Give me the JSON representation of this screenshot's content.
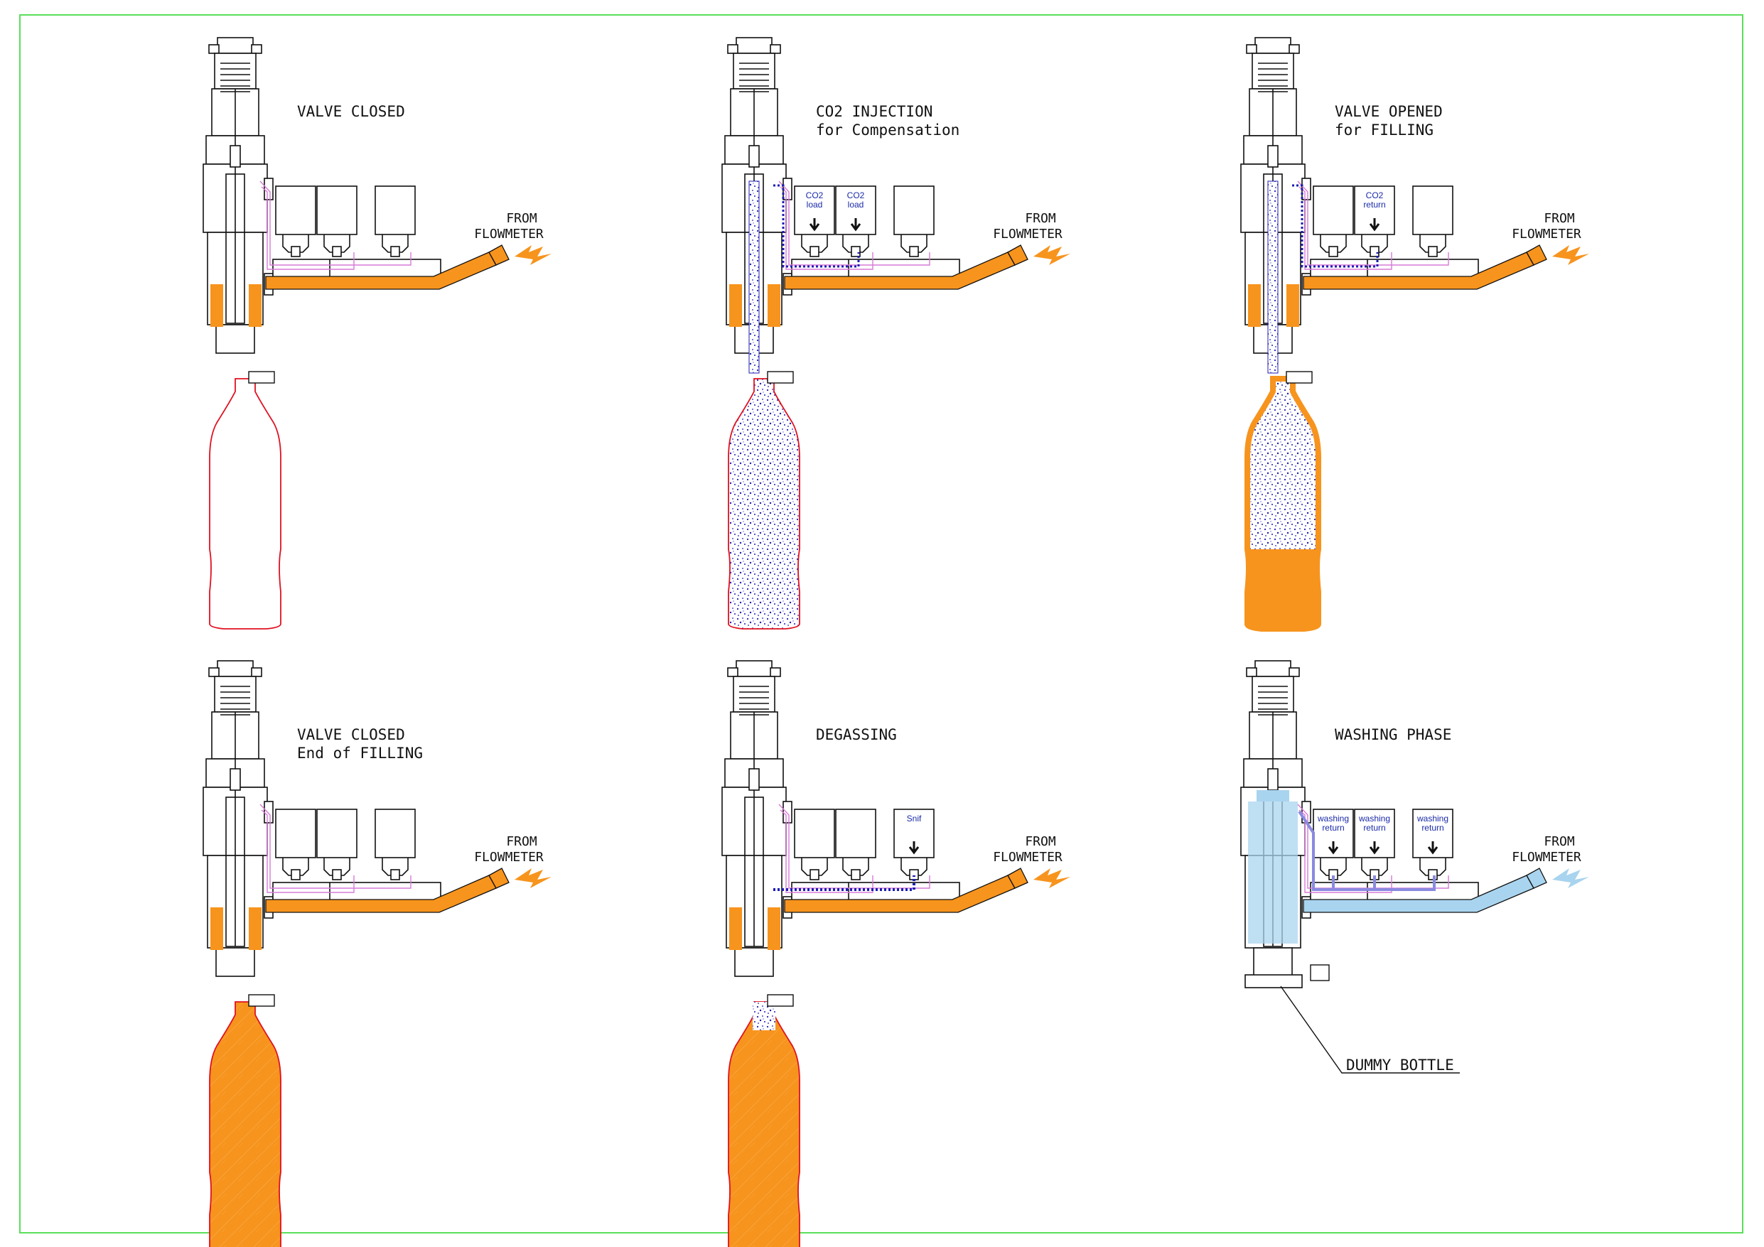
{
  "colors": {
    "frame": "#5adf5a",
    "product": "#f7941d",
    "co2": "#1c1cb4",
    "water": "#a9d4ef",
    "bottle_outline": "#e01020",
    "pipe_pink": "#d77ad7",
    "linework": "#111111"
  },
  "icons": {
    "flow_arrow": "arrow-icon",
    "valve_direction": "up-down-arrow-icon"
  },
  "panels": [
    {
      "id": "valve-closed",
      "title_line1": "VALVE CLOSED",
      "title_line2": "",
      "source_line1": "FROM",
      "source_line2": "FLOWMETER",
      "bottle_state": "empty",
      "valve_labels": [
        "",
        "",
        ""
      ]
    },
    {
      "id": "co2-injection",
      "title_line1": "CO2 INJECTION",
      "title_line2": "for Compensation",
      "source_line1": "FROM",
      "source_line2": "FLOWMETER",
      "bottle_state": "co2",
      "valve_labels": [
        "CO2 load",
        "CO2 load",
        ""
      ]
    },
    {
      "id": "valve-opened",
      "title_line1": "VALVE OPENED",
      "title_line2": "for FILLING",
      "source_line1": "FROM",
      "source_line2": "FLOWMETER",
      "bottle_state": "filling",
      "valve_labels": [
        "",
        "CO2 return",
        ""
      ]
    },
    {
      "id": "valve-closed-end",
      "title_line1": "VALVE CLOSED",
      "title_line2": "End of FILLING",
      "source_line1": "FROM",
      "source_line2": "FLOWMETER",
      "bottle_state": "full",
      "valve_labels": [
        "",
        "",
        ""
      ]
    },
    {
      "id": "degassing",
      "title_line1": "DEGASSING",
      "title_line2": "",
      "source_line1": "FROM",
      "source_line2": "FLOWMETER",
      "bottle_state": "degassing",
      "valve_labels": [
        "",
        "",
        "Snif"
      ]
    },
    {
      "id": "washing-phase",
      "title_line1": "WASHING PHASE",
      "title_line2": "",
      "source_line1": "FROM",
      "source_line2": "FLOWMETER",
      "bottle_state": "dummy",
      "valve_labels": [
        "washing return",
        "washing return",
        "washing return"
      ]
    }
  ],
  "dummy_bottle_label": "DUMMY BOTTLE"
}
